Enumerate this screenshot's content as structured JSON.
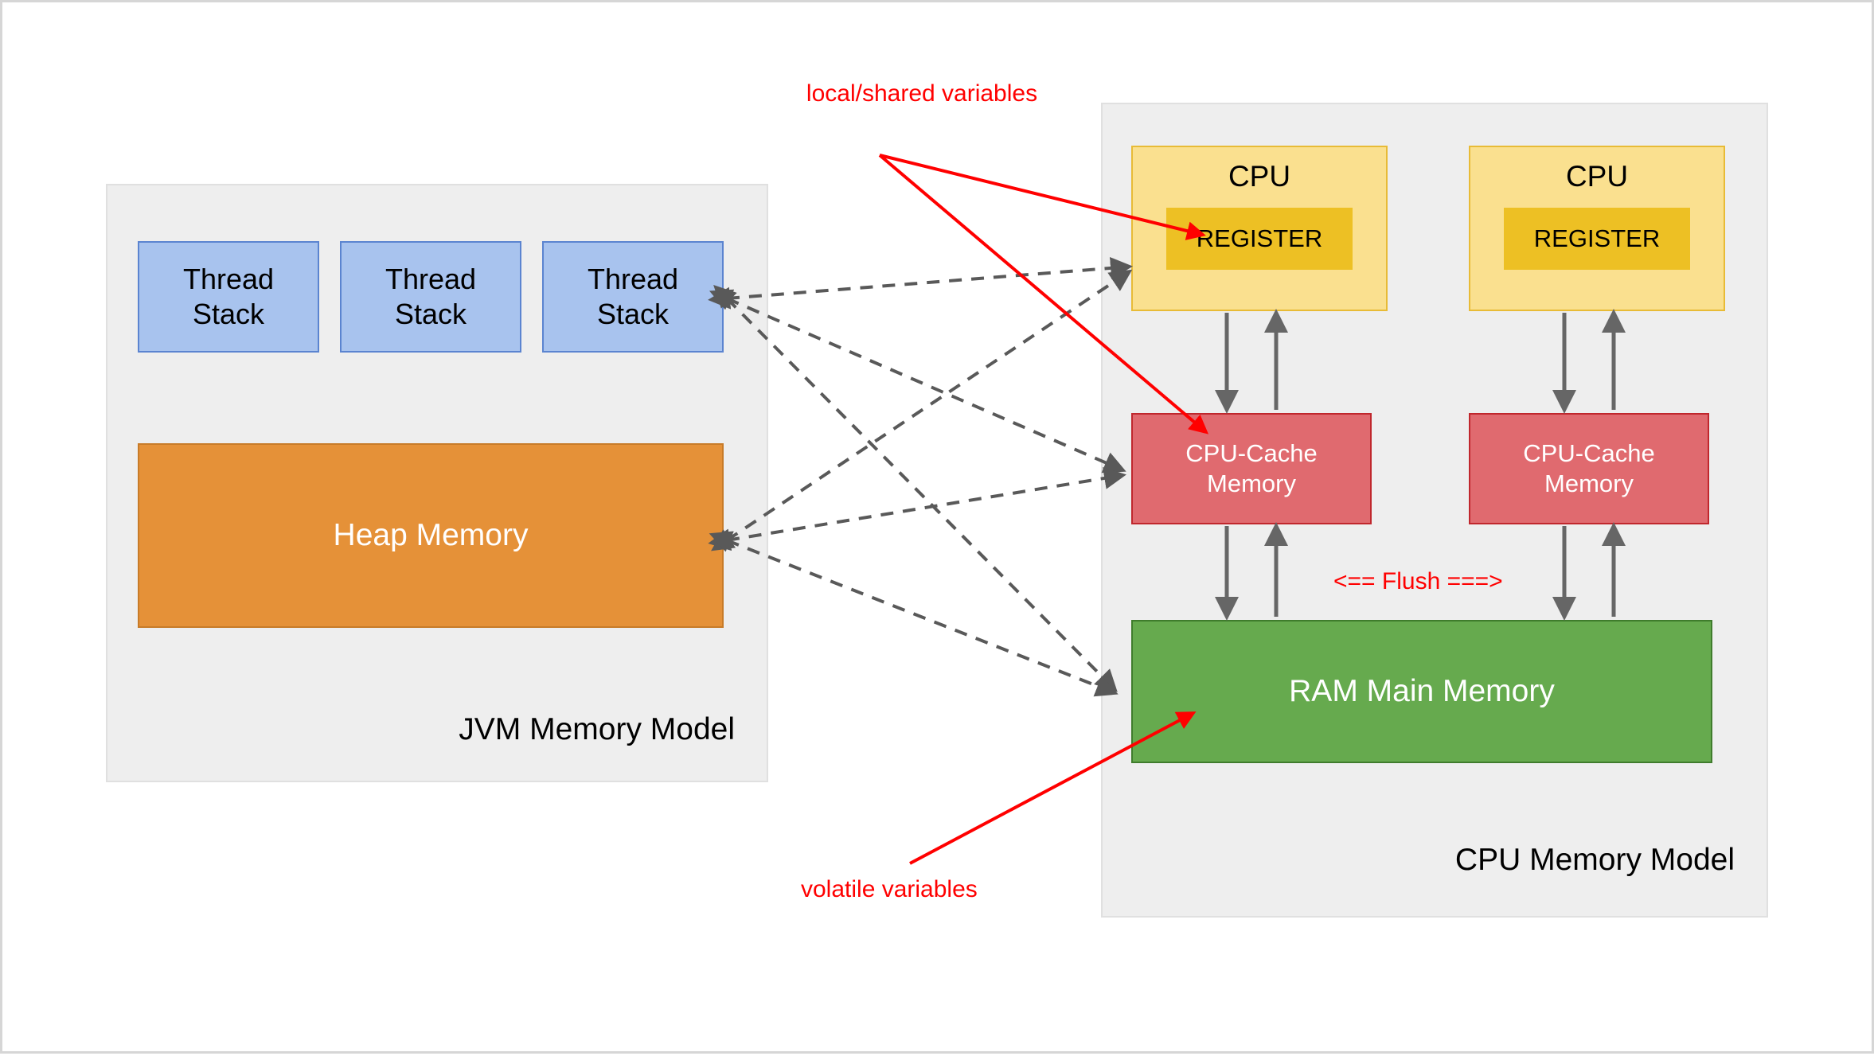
{
  "diagram": {
    "title": "JVM Memory Model and CPU Memory Model",
    "background": "#ffffff"
  },
  "panels": {
    "jvm": {
      "title": "JVM Memory Model",
      "background": "#eeeeee",
      "border": "#e0e0e0"
    },
    "cpu": {
      "title": "CPU Memory Model",
      "background": "#eeeeee",
      "border": "#e0e0e0"
    }
  },
  "jvm_nodes": {
    "thread_stacks": [
      {
        "label": "Thread\nStack",
        "line1": "Thread",
        "line2": "Stack"
      },
      {
        "label": "Thread\nStack",
        "line1": "Thread",
        "line2": "Stack"
      },
      {
        "label": "Thread\nStack",
        "line1": "Thread",
        "line2": "Stack"
      }
    ],
    "heap": {
      "label": "Heap Memory",
      "fill": "#e59138",
      "text_color": "#ffffff"
    },
    "thread_stack_fill": "#a8c3ee",
    "thread_stack_border": "#5b84d0"
  },
  "cpu_nodes": {
    "cpus": [
      {
        "label": "CPU",
        "register_label": "REGISTER"
      },
      {
        "label": "CPU",
        "register_label": "REGISTER"
      }
    ],
    "caches": [
      {
        "line1": "CPU-Cache",
        "line2": "Memory"
      },
      {
        "line1": "CPU-Cache",
        "line2": "Memory"
      }
    ],
    "ram": {
      "label": "RAM Main Memory"
    },
    "cpu_fill": "#fae08f",
    "cpu_border": "#e8bb36",
    "register_fill": "#edc024",
    "cache_fill": "#e06a6f",
    "cache_border": "#c0272d",
    "ram_fill": "#66aa4e",
    "ram_border": "#3f7c2c"
  },
  "annotations": {
    "local_shared": {
      "text": "local/shared variables",
      "color": "#ff0000"
    },
    "volatile": {
      "text": "volatile variables",
      "color": "#ff0000"
    },
    "flush": {
      "text": "<== Flush ===>",
      "color": "#ff0000"
    }
  },
  "edges": {
    "dashed_color": "#595959",
    "solid_color": "#666666",
    "red_color": "#ff0000",
    "dashed_links": [
      {
        "from": "thread-stack-3",
        "to": "register-1"
      },
      {
        "from": "thread-stack-3",
        "to": "cpu-cache-1"
      },
      {
        "from": "thread-stack-3",
        "to": "ram-main-memory"
      },
      {
        "from": "heap-memory",
        "to": "register-1"
      },
      {
        "from": "heap-memory",
        "to": "cpu-cache-1"
      },
      {
        "from": "heap-memory",
        "to": "ram-main-memory"
      }
    ],
    "solid_links": [
      {
        "from": "cpu-1",
        "to": "cpu-cache-1",
        "direction": "down"
      },
      {
        "from": "cpu-cache-1",
        "to": "cpu-1",
        "direction": "up"
      },
      {
        "from": "cpu-2",
        "to": "cpu-cache-2",
        "direction": "down"
      },
      {
        "from": "cpu-cache-2",
        "to": "cpu-2",
        "direction": "up"
      },
      {
        "from": "cpu-cache-1",
        "to": "ram-main-memory",
        "direction": "down"
      },
      {
        "from": "ram-main-memory",
        "to": "cpu-cache-1",
        "direction": "up"
      },
      {
        "from": "cpu-cache-2",
        "to": "ram-main-memory",
        "direction": "down"
      },
      {
        "from": "ram-main-memory",
        "to": "cpu-cache-2",
        "direction": "up"
      }
    ],
    "red_links": [
      {
        "label": "local/shared variables",
        "to": "register-1"
      },
      {
        "label": "local/shared variables",
        "to": "cpu-cache-1"
      },
      {
        "label": "volatile variables",
        "to": "ram-main-memory"
      }
    ]
  }
}
